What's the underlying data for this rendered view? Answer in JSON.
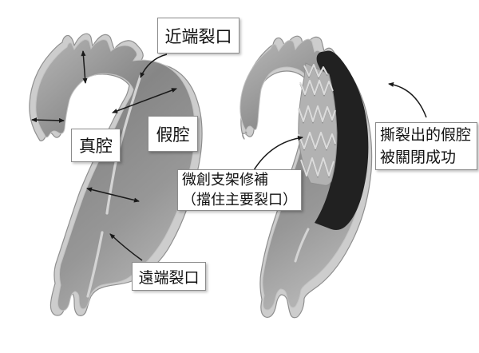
{
  "figure": {
    "labels": {
      "proximal_tear": "近端裂口",
      "true_lumen": "真腔",
      "false_lumen": "假腔",
      "distal_tear": "遠端裂口",
      "stent_repair": {
        "line1": "微創支架修補",
        "line2": "（擋住主要裂口）"
      },
      "false_lumen_closed": {
        "line1": "撕裂出的假腔",
        "line2": "被關閉成功"
      }
    },
    "colors": {
      "background": "#ffffff",
      "vessel_wall": "#cdcdcd",
      "vessel_outline": "#8f8f8f",
      "lumen_dark": "#868686",
      "lumen_light": "#b6b6b6",
      "thrombus_black": "#212121",
      "stent_fill": "#b2b2b2",
      "stent_wire_light": "#dcdcdc",
      "stent_wire_dark": "#8d8d8d",
      "dissection_flap": "#d4d4d4",
      "arrow": "#1a1a1a",
      "label_border": "#8c8c8c",
      "label_background": "#ffffff",
      "label_text": "#111111"
    }
  }
}
